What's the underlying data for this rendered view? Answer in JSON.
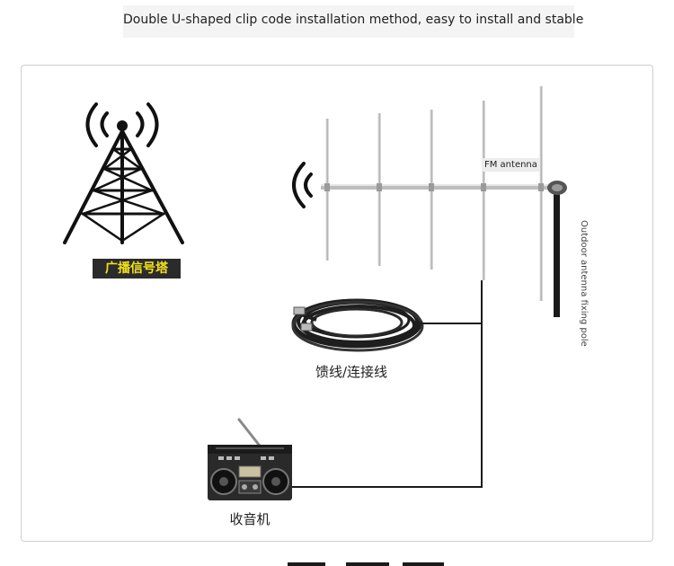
{
  "header": {
    "caption": "Double U-shaped clip code installation method, easy to install and stable"
  },
  "diagram": {
    "tower_label": "广播信号塔",
    "antenna_label": "FM antenna",
    "pole_label": "Outdoor antenna fixing pole",
    "feeder_label": "馈线/连接线",
    "radio_label": "收音机"
  },
  "colors": {
    "tower_label_bg": "#2b2b2b",
    "tower_label_text": "#f3e21c"
  }
}
